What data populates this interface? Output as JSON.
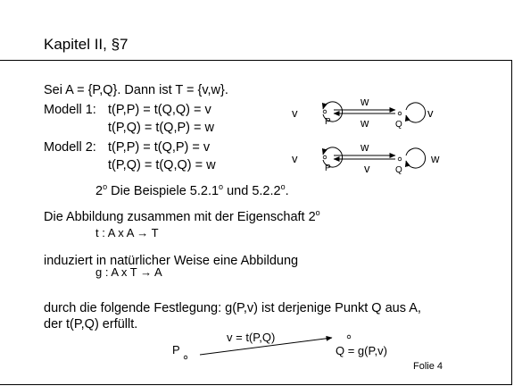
{
  "title": "Kapitel II, §7",
  "intro": "Sei A = {P,Q}. Dann ist T = {v,w}.",
  "modell1": {
    "label": "Modell 1:",
    "line1": "t(P,P) = t(Q,Q) = v",
    "line2": "t(P,Q) = t(Q,P) = w"
  },
  "modell2": {
    "label": "Modell 2:",
    "line1": "t(P,P) = t(Q,P) = v",
    "line2": "t(P,Q) = t(Q,Q) = w"
  },
  "diagram1": {
    "loop_left": "v",
    "p": "P",
    "top_arrow": "w",
    "bottom_arrow": "w",
    "q": "Q",
    "loop_right": "v"
  },
  "diagram2": {
    "loop_left": "v",
    "p": "P",
    "top_arrow": "w",
    "bottom_arrow": "v",
    "q": "Q",
    "loop_right": "w"
  },
  "beispiele": {
    "num": "2",
    "text_a": "Die Beispiele 5.2.1",
    "text_b": "und 5.2.2",
    "end": "."
  },
  "abbildung_line": {
    "text": "Die Abbildung zusammen mit der Eigenschaft 2"
  },
  "mapping_t": "t : A x A → T",
  "induziert": "induziert in natürlicher Weise eine Abbildung",
  "mapping_g": "g : A x T → A",
  "festlegung_line1": "durch die folgende Festlegung: g(P,v) ist derjenige Punkt Q aus A,",
  "festlegung_line2": "der t(P,Q) erfüllt.",
  "bottom_diagram": {
    "p": "P",
    "arrow_label": "v = t(P,Q)",
    "q_label": "Q = g(P,v)"
  },
  "footer": "Folie 4"
}
